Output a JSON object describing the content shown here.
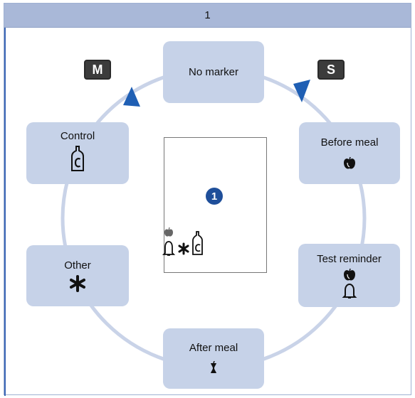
{
  "header": {
    "number": "1"
  },
  "keys": {
    "left": "M",
    "right": "S"
  },
  "nodes": {
    "top": "No marker",
    "right_upper": "Before meal",
    "right_lower": "Test reminder",
    "bottom": "After meal",
    "left_lower": "Other",
    "left_upper": "Control"
  },
  "display": {
    "callout": "1"
  },
  "colors": {
    "node_fill": "#c6d2e8",
    "ring": "#c9d3e8",
    "arrow": "#1f5fb4",
    "header_fill": "#a9b8d8",
    "badge": "#1f4f9a"
  },
  "icons": {
    "top": "none",
    "right_upper": "apple-icon",
    "right_lower": "apple-bell-icon",
    "bottom": "apple-core-icon",
    "left_lower": "asterisk-icon",
    "left_upper": "control-bottle-icon"
  }
}
